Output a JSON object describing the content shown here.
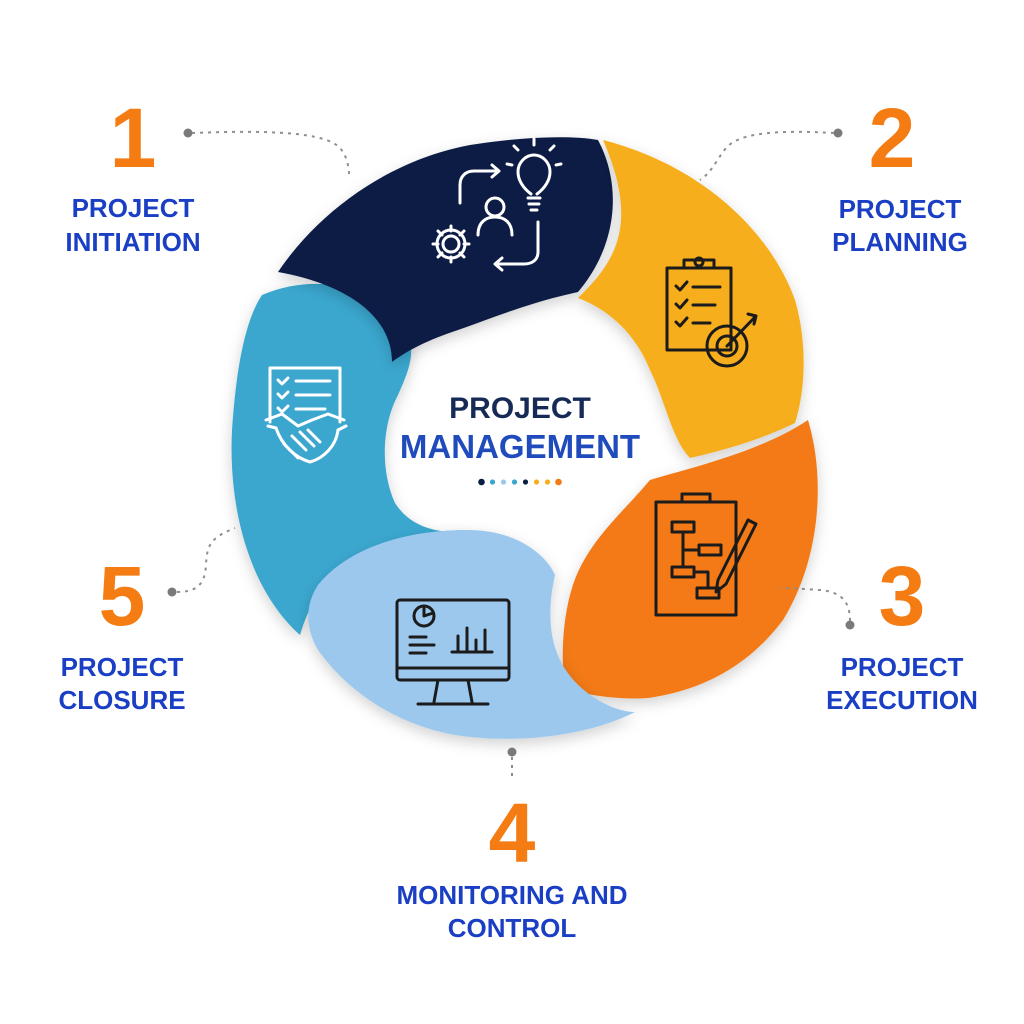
{
  "center": {
    "line1": "PROJECT",
    "line2": "MANAGEMENT",
    "dot_colors": [
      "#0b1f45",
      "#3aa7cf",
      "#9cc8ee",
      "#3aa7cf",
      "#0b1f45",
      "#f6ae1c",
      "#f6ae1c",
      "#f37a14"
    ]
  },
  "colors": {
    "number": "#f47c12",
    "label": "#1a3fc4",
    "center_line1": "#152a55",
    "center_line2": "#1f4bbd"
  },
  "phases": [
    {
      "number": "1",
      "line1": "PROJECT",
      "line2": "INITIATION",
      "color": "#0b1f45",
      "icon": "gear-person-lightbulb-icon"
    },
    {
      "number": "2",
      "line1": "PROJECT",
      "line2": "PLANNING",
      "color": "#f6ae1c",
      "icon": "clipboard-target-icon"
    },
    {
      "number": "3",
      "line1": "PROJECT",
      "line2": "EXECUTION",
      "color": "#f37a14",
      "icon": "flowchart-pencil-icon"
    },
    {
      "number": "4",
      "line1": "MONITORING AND",
      "line2": "CONTROL",
      "color": "#9cc8ee",
      "icon": "monitor-chart-icon"
    },
    {
      "number": "5",
      "line1": "PROJECT",
      "line2": "CLOSURE",
      "color": "#3aa7cf",
      "icon": "handshake-document-icon"
    }
  ]
}
